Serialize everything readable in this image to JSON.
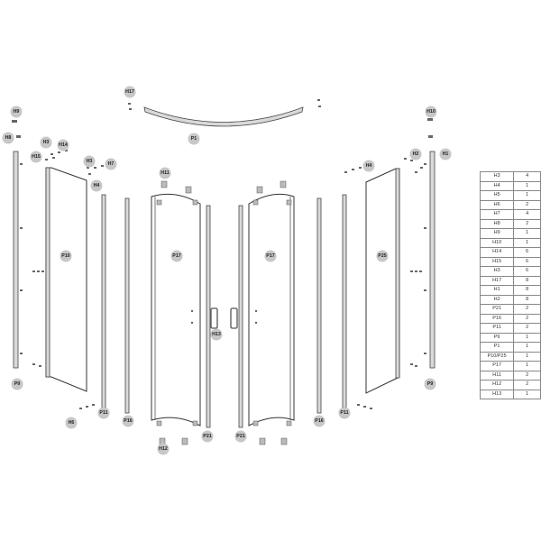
{
  "labels": {
    "h17": "H17",
    "p1": "P1",
    "h9_l": "H9",
    "h10_r": "H10",
    "h8": "H8",
    "h3_l": "H3",
    "h14": "H14",
    "h15": "H15",
    "h2_a": "H3",
    "h7_l": "H7",
    "h4_l": "H4",
    "h11_top": "H11",
    "h2_r": "H2",
    "h1_r": "H1",
    "h4_r": "H4",
    "p10": "P10",
    "p17_l": "P17",
    "p17_r": "P17",
    "p25": "P25",
    "h13": "H13",
    "p9_l": "P9",
    "p9_r": "P9",
    "h6": "H6",
    "p11_l": "P11",
    "p11_r": "P11",
    "p16_l": "P16",
    "p16_r": "P16",
    "p21_l": "P21",
    "p21_r": "P21",
    "h12": "H12"
  },
  "parts_table": [
    [
      "H3",
      "4"
    ],
    [
      "H4",
      "1"
    ],
    [
      "H5",
      "1"
    ],
    [
      "H6",
      "2"
    ],
    [
      "H7",
      "4"
    ],
    [
      "H8",
      "2"
    ],
    [
      "H9",
      "1"
    ],
    [
      "H10",
      "1"
    ],
    [
      "H14",
      "6"
    ],
    [
      "H15",
      "6"
    ],
    [
      "H3",
      "6"
    ],
    [
      "H17",
      "8"
    ],
    [
      "H1",
      "8"
    ],
    [
      "H2",
      "8"
    ],
    [
      "P21",
      "2"
    ],
    [
      "P16",
      "2"
    ],
    [
      "P11",
      "2"
    ],
    [
      "P9",
      "1"
    ],
    [
      "P1",
      "1"
    ],
    [
      "P10/P25",
      "1"
    ],
    [
      "P17",
      "1"
    ],
    [
      "H11",
      "2"
    ],
    [
      "H12",
      "2"
    ],
    [
      "H13",
      "1"
    ]
  ]
}
